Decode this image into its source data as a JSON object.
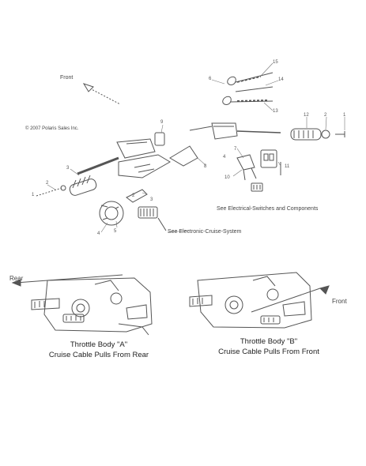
{
  "diagram": {
    "copyright": "© 2007 Polaris Sales Inc.",
    "front_arrow_top": "Front",
    "see_electrical": "See Electrical-Switches and Components",
    "see_cruise": "See Electronic-Cruise-System",
    "rear_label": "Rear",
    "front_label": "Front",
    "caption_a_line1": "Throttle Body \"A\"",
    "caption_a_line2": "Cruise Cable Pulls From Rear",
    "caption_b_line1": "Throttle Body \"B\"",
    "caption_b_line2": "Cruise Cable Pulls From Front",
    "callouts": [
      "15",
      "6",
      "14",
      "13",
      "12",
      "2",
      "1",
      "9",
      "3",
      "8",
      "4",
      "7",
      "10",
      "11",
      "2",
      "1",
      "5",
      "4",
      "3",
      "2"
    ]
  }
}
